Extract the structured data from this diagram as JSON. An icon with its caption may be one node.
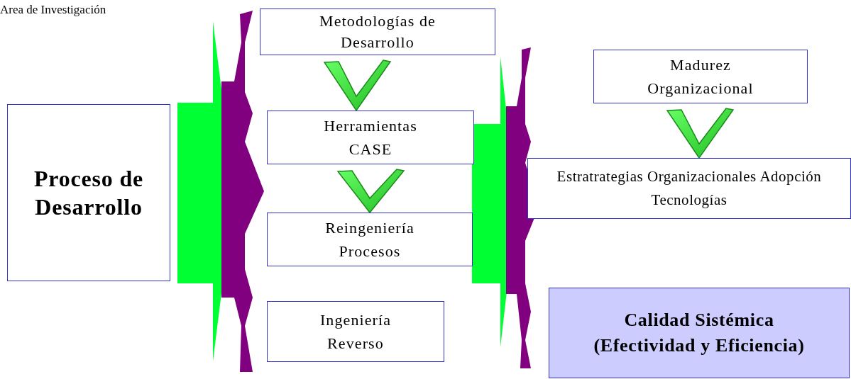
{
  "diagram": {
    "title": "Area de Investigación",
    "nodes": [
      {
        "text": [
          "Proceso de Desarrollo"
        ]
      },
      {
        "text": [
          "Metodologías de Desarrollo"
        ]
      },
      {
        "text": [
          "Herramientas CASE"
        ]
      },
      {
        "text": [
          "Reingeniería Procesos"
        ]
      },
      {
        "text": [
          "Ingeniería Reverso"
        ]
      },
      {
        "text": [
          "Madurez Organizacional"
        ]
      },
      {
        "text": [
          "Estratrategias Organizacionales Adopción Tecnologías"
        ]
      },
      {
        "text": [
          "Calidad Sistémica (Efectividad y Eficiencia)"
        ]
      }
    ],
    "edges": [
      {
        "from": 0,
        "to": 2,
        "arrow": "to",
        "style": "thick"
      },
      {
        "from": 3,
        "to": 6,
        "arrow": "to",
        "style": "thick"
      },
      {
        "from": 1,
        "to": 2,
        "arrow": "to"
      },
      {
        "from": 2,
        "to": 3,
        "arrow": "to"
      },
      {
        "from": 5,
        "to": 6,
        "arrow": "to"
      }
    ]
  }
}
